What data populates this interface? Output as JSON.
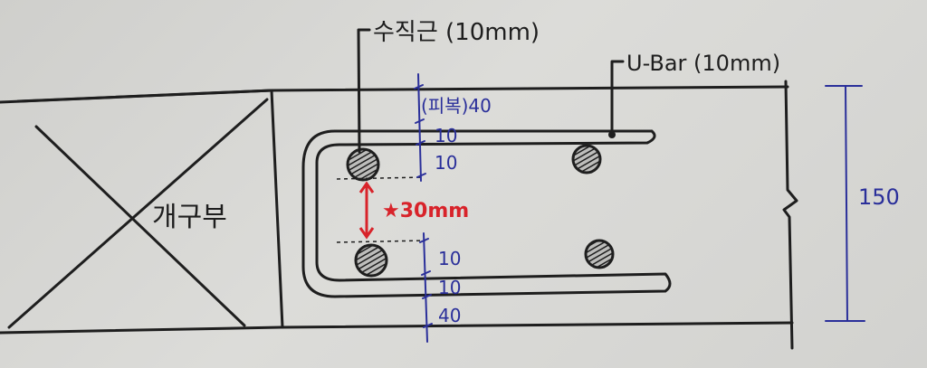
{
  "labels": {
    "vertical_rebar": "수직근 (10mm)",
    "u_bar": "U-Bar (10mm)",
    "opening": "개구부",
    "clear_spacing": "★30mm"
  },
  "dimensions": {
    "cover_top": "(피복)40",
    "top_1": "10",
    "top_2": "10",
    "bottom_1": "10",
    "bottom_2": "10",
    "cover_bottom": "40",
    "total_height": "150"
  },
  "colors": {
    "ink": "#1e1e1e",
    "dimension": "#2a2f9a",
    "highlight": "#d8232a"
  }
}
